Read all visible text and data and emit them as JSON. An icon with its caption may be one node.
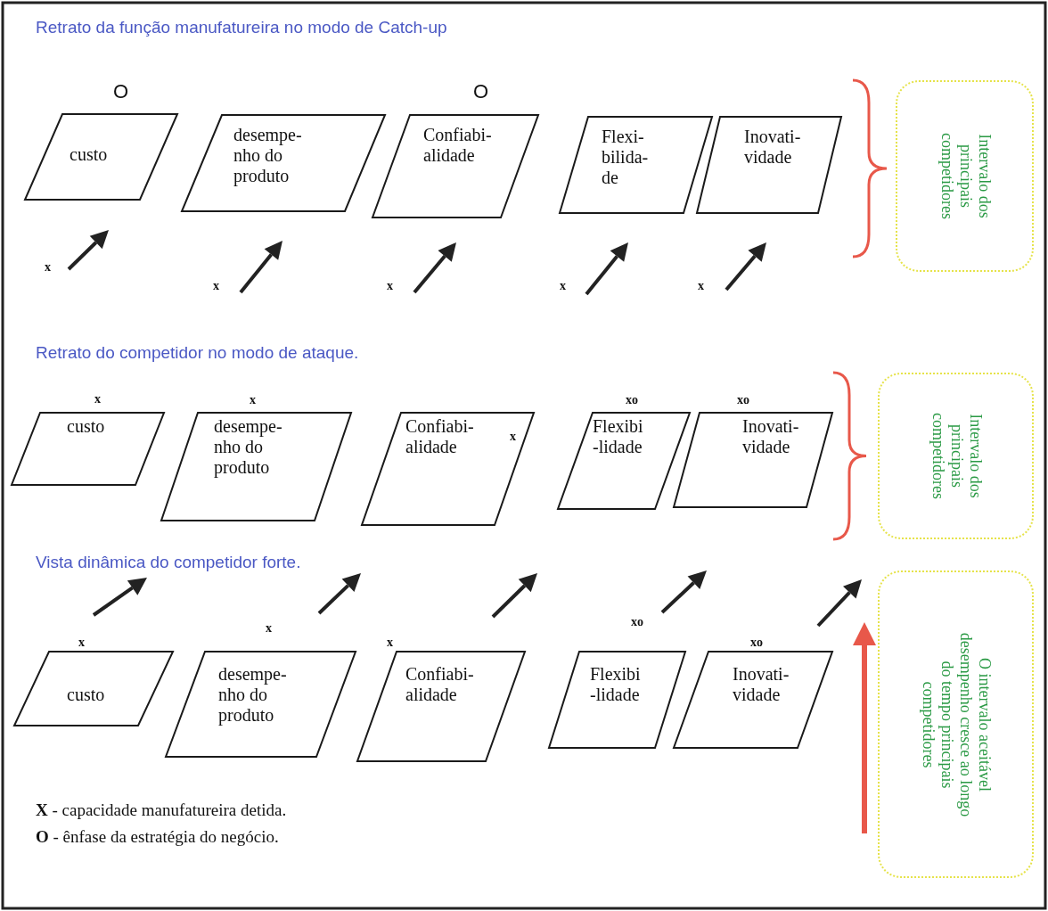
{
  "diagram": {
    "nodes": [
      {
        "text": [
          "custo"
        ]
      },
      {
        "text": [
          "desempe- nho do produto"
        ]
      },
      {
        "text": [
          "Confiabi- alidade"
        ]
      },
      {
        "text": [
          "Flexi- bilida- de"
        ]
      },
      {
        "text": [
          "Inovati- vidade"
        ]
      },
      {
        "text": [
          "Intervalo dos principais competidores"
        ]
      },
      {
        "text": [
          "custo"
        ]
      },
      {
        "text": [
          "desempe- nho do produto"
        ]
      },
      {
        "text": [
          "Confiabi- alidade"
        ]
      },
      {
        "text": [
          "Flexibi -lidade"
        ]
      },
      {
        "text": [
          "Inovati- vidade"
        ]
      },
      {
        "text": [
          "Intervalo dos principais competidores"
        ]
      },
      {
        "text": [
          "custo"
        ]
      },
      {
        "text": [
          "desempe- nho do produto"
        ]
      },
      {
        "text": [
          "Confiabi- alidade"
        ]
      },
      {
        "text": [
          "Flexibi -lidade"
        ]
      },
      {
        "text": [
          "Inovati- vidade"
        ]
      },
      {
        "text": [
          "O intervalo aceitável desempenho cresce ao longo do tempo principais competidores"
        ]
      }
    ],
    "labels": [
      "Retrato da função manufatureira no modo de Catch-up",
      "O",
      "O",
      "x",
      "x",
      "x",
      "x",
      "x",
      "Retrato do competidor no modo de ataque.",
      "x",
      "x",
      "xo",
      "xo",
      "x",
      "Vista dinâmica do competidor forte.",
      "xo",
      "x",
      "x",
      "x",
      "xo",
      "**X** - capacidade manufatureira detida.",
      "**O** - ênfase da estratégia do negócio."
    ]
  }
}
